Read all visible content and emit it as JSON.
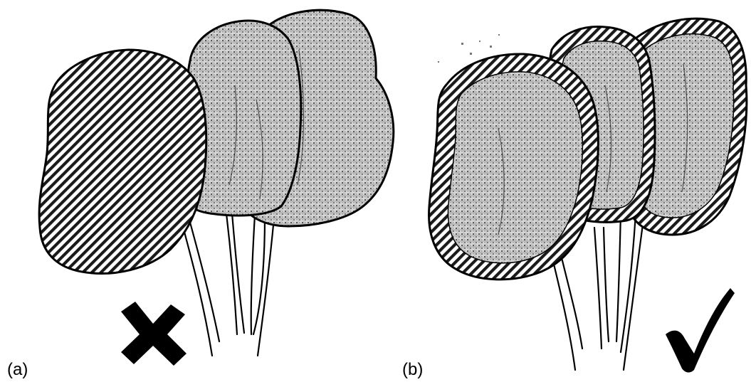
{
  "panels": [
    {
      "label": "(a)",
      "verdict_icon": "cross-icon",
      "clusters": [
        {
          "pattern": "diagonal-hatch"
        },
        {
          "pattern": "crosshatch-dots"
        },
        {
          "pattern": "crosshatch-dots"
        }
      ]
    },
    {
      "label": "(b)",
      "verdict_icon": "checkmark-icon",
      "clusters": [
        {
          "pattern": "crosshatch-dots-with-hatched-border"
        },
        {
          "pattern": "crosshatch-dots-with-hatched-border"
        },
        {
          "pattern": "crosshatch-dots-with-hatched-border"
        }
      ]
    }
  ],
  "colors": {
    "ink": "#000000",
    "background": "#ffffff",
    "stipple_fill": "#bfbfbf"
  }
}
